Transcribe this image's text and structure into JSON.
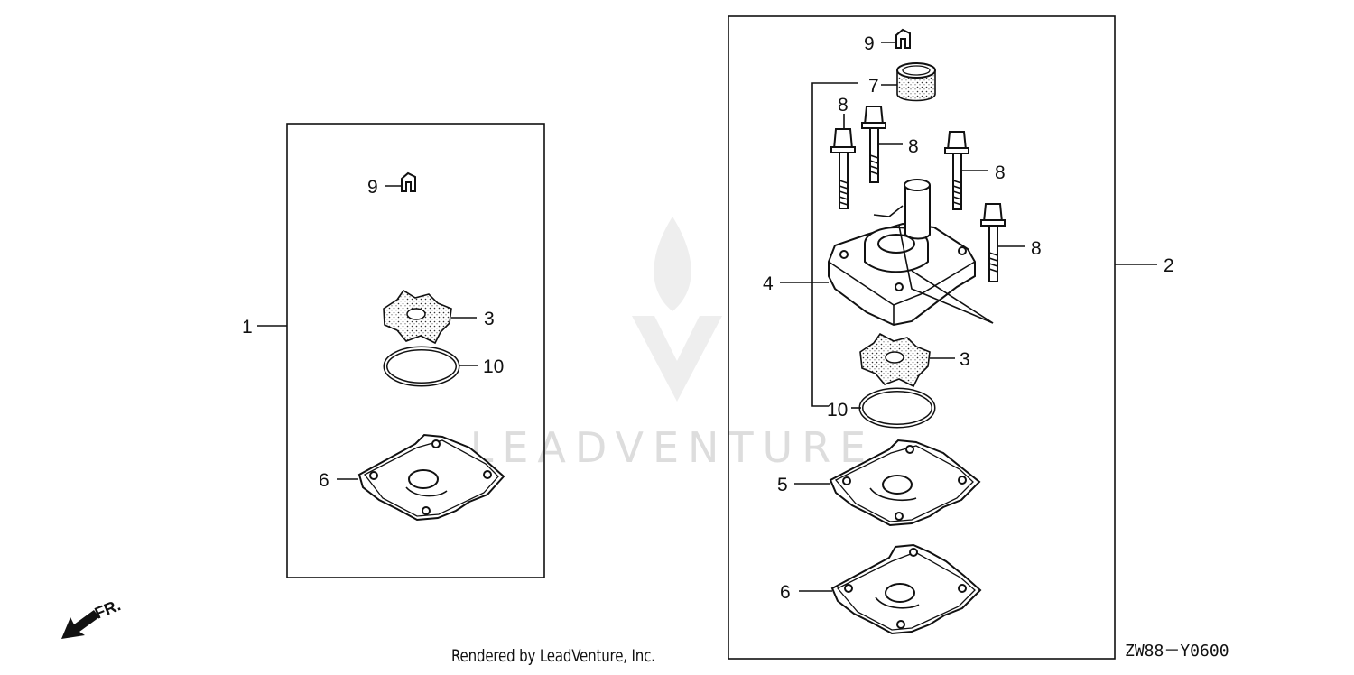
{
  "diagram": {
    "watermark": "LEADVENTURE",
    "front_label": "FR.",
    "footer": "Rendered by LeadVenture, Inc.",
    "drawing_code": "ZW88－Y0600",
    "callouts": {
      "left_9": "9",
      "left_3": "3",
      "left_10": "10",
      "left_6": "6",
      "left_1": "1",
      "right_9": "9",
      "right_7": "7",
      "right_8a": "8",
      "right_8b": "8",
      "right_8c": "8",
      "right_8d": "8",
      "right_4": "4",
      "right_3": "3",
      "right_10": "10",
      "right_5": "5",
      "right_6": "6",
      "right_2": "2"
    }
  }
}
